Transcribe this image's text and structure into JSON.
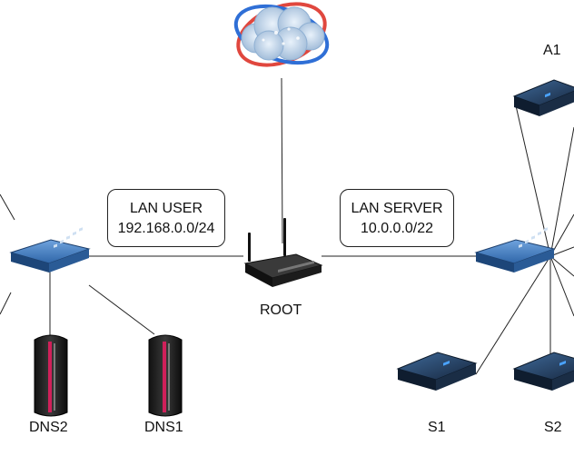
{
  "nodes": {
    "root": "ROOT",
    "dns1": "DNS1",
    "dns2": "DNS2",
    "s1": "S1",
    "s2": "S2",
    "a1": "A1"
  },
  "subnets": {
    "lan_user": {
      "name": "LAN USER",
      "cidr": "192.168.0.0/24"
    },
    "lan_server": {
      "name": "LAN SERVER",
      "cidr": "10.0.0.0/22"
    }
  },
  "icons": {
    "cloud": "cloud-internet-icon",
    "router": "wifi-router-icon",
    "switch": "network-switch-icon",
    "server": "rack-server-icon",
    "tower": "tower-server-icon"
  },
  "colors": {
    "line": "#222222",
    "switch_body": "#2c5f9e",
    "server_body": "#1f3550",
    "tower_accent": "#d0205a",
    "orbit_red": "#e0473e",
    "orbit_blue": "#2f6fd6"
  }
}
